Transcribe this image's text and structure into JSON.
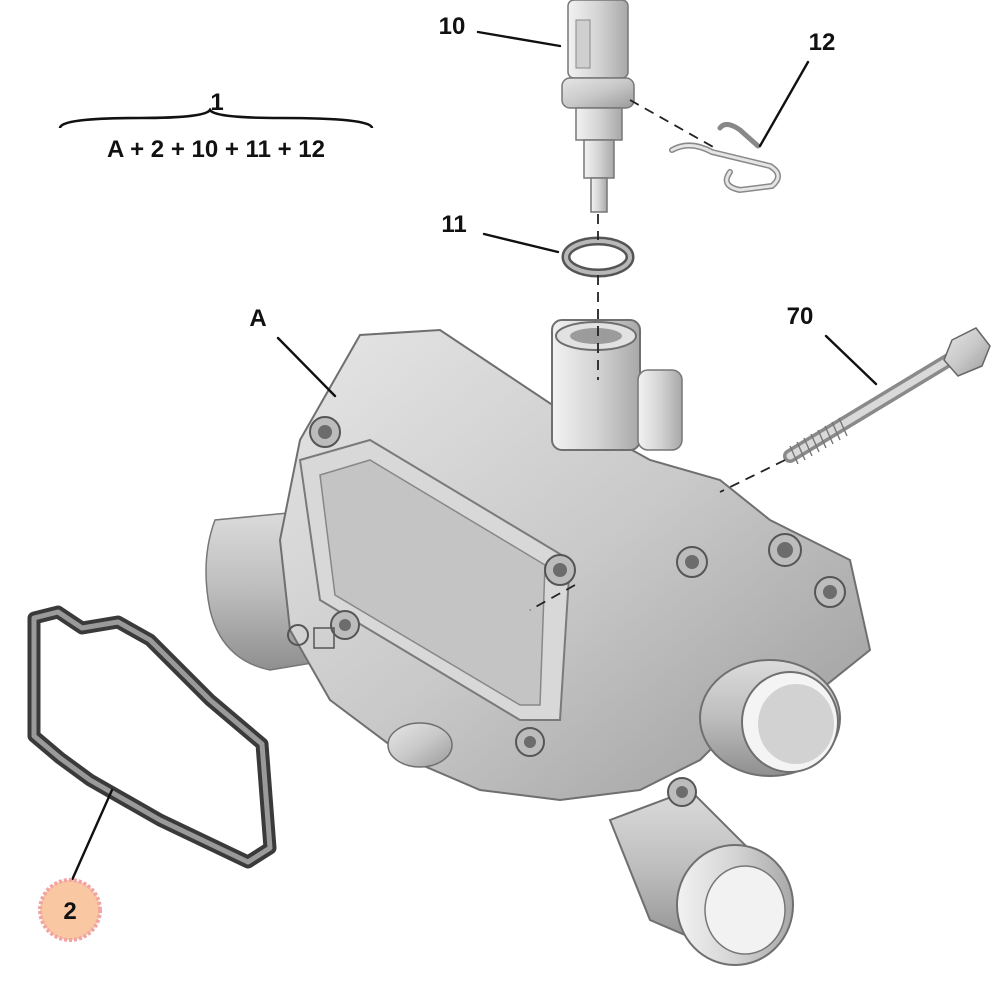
{
  "callouts": {
    "part_10": "10",
    "part_12": "12",
    "part_1": "1",
    "part_11": "11",
    "part_a": "A",
    "part_70": "70",
    "part_2": "2"
  },
  "formula": "A + 2 + 10 + 11 + 12",
  "highlight_color": "#f9c8a2",
  "highlight_ring_color": "#f2a3a3"
}
